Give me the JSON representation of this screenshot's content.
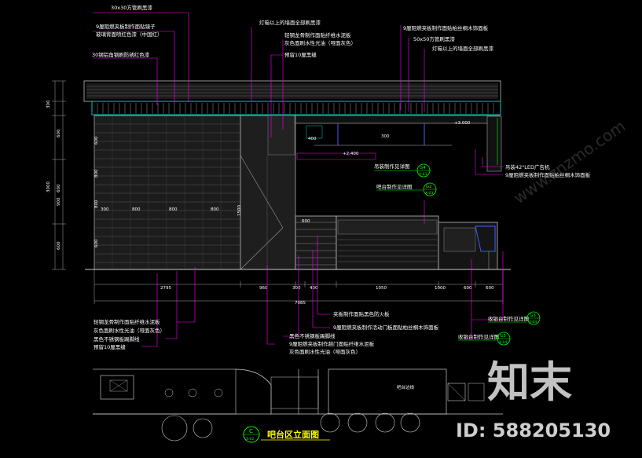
{
  "annotations_top_left": [
    "30x30方管刷黑漆",
    "9厘阻燃夹板制作面贴镜子",
    "玻璃背面喷红色漆（中国红）",
    "30钢铝角钢刷防锈红色漆"
  ],
  "annotations_top_center": [
    "灯箱以上的墙面全部刷黑漆",
    "轻钢龙骨制作面贴纤维水泥板",
    "灰色面刷水性光油（哑面灰色）",
    "预留10厘黑缝"
  ],
  "annotations_top_right": [
    "9厘阻燃夹板制作面贴柏丝桐木饰面板",
    "50x50方管刷黑漆",
    "灯箱以上的墙面全部刷黑漆"
  ],
  "annotations_right": [
    "吊装42\"LED广告机",
    "9厘阻燃夹板制作面贴柏丝桐木饰面板"
  ],
  "callouts": [
    {
      "text": "吊装制作见详图",
      "num": "G4",
      "ref": "X-03"
    },
    {
      "text": "吧台制作见详图",
      "num": "G2",
      "ref": "X-03"
    },
    {
      "text": "收银台制作见详图",
      "num": "G3",
      "ref": "X-04"
    },
    {
      "text": "收银台制作见详图",
      "num": "G3",
      "ref": "X-04"
    }
  ],
  "annotations_bottom_left": [
    "轻钢龙骨制作面贴纤维水泥板",
    "灰色面刷水性光油（哑面灰色）",
    "黑色不锈钢板踢脚线",
    "预留10厘黑缝"
  ],
  "annotations_bottom_center": [
    "夹板制作面贴黑色防火板",
    "9厘阻燃夹板制作活动门板面贴柏丝桐木饰面板",
    "黑色不锈钢板踢脚线",
    "9厘阻燃夹板制作趟门面贴纤维水泥板",
    "灰色面刷水性光油（哑面灰色）"
  ],
  "dims_bottom": [
    "2795",
    "960",
    "300",
    "400",
    "1050",
    "1000",
    "600",
    "600"
  ],
  "dim_total": "7085",
  "dims_left": [
    "300",
    "600",
    "600",
    "3000",
    "900",
    "600"
  ],
  "dims_top_wall": [
    "600",
    "800",
    "800",
    "600"
  ],
  "dims_mid_wall": [
    "300",
    "800",
    "800",
    "800",
    "1500"
  ],
  "levels": [
    "+2.400",
    "+3.000",
    "300",
    "400",
    "600"
  ],
  "plan_label": "吧台边线",
  "drawing_title": "吧台区立面图",
  "title_num": "C",
  "title_ref": "X-02",
  "watermark": {
    "brand": "知末",
    "id": "ID: 588205130",
    "url": "www.znzmo.com"
  },
  "colors": {
    "background": "#000000",
    "leader": "#ff00ff",
    "text": "#ffffff",
    "callout": "#00ff00",
    "title": "#ffff00",
    "blue": "#4060ff",
    "cyan": "#00c8c8"
  }
}
